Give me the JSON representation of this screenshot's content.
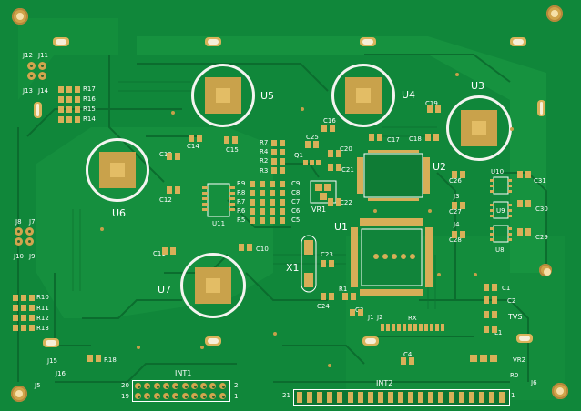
{
  "board": {
    "colors": {
      "soldermask": "#10873a",
      "copper_pour": "#1b9d43",
      "trace": "#0b6a2d",
      "pad": "#d8b058",
      "silkscreen": "#ffffff"
    },
    "chips": [
      {
        "label": "U5"
      },
      {
        "label": "U4"
      },
      {
        "label": "U3"
      },
      {
        "label": "U6"
      },
      {
        "label": "U7"
      }
    ],
    "designators": {
      "J12": "J12",
      "J11": "J11",
      "J13": "J13",
      "J14": "J14",
      "R17": "R17",
      "R16": "R16",
      "R15": "R15",
      "R14": "R14",
      "C14": "C14",
      "C15": "C15",
      "C16": "C16",
      "C17": "C17",
      "C18": "C18",
      "C19": "C19",
      "C13": "C13",
      "C12": "C12",
      "C11": "C11",
      "C10": "C10",
      "R7": "R7",
      "R4": "R4",
      "R2": "R2",
      "R3": "R3",
      "R9": "R9",
      "R8": "R8",
      "R6": "R6",
      "R5": "R5",
      "C9": "C9",
      "C8": "C8",
      "C7": "C7",
      "C6": "C6",
      "C5": "C5",
      "Q1": "Q1",
      "C25": "C25",
      "C20": "C20",
      "C21": "C21",
      "C22": "C22",
      "U2": "U2",
      "U1": "U1",
      "U11": "U11",
      "VR1": "VR1",
      "C26": "C26",
      "J3": "J3",
      "C27": "C27",
      "J4": "J4",
      "C28": "C28",
      "U10": "U10",
      "C31": "C31",
      "C30": "C30",
      "C29": "C29",
      "U9": "U9",
      "U8": "U8",
      "J8": "J8",
      "J7": "J7",
      "J10": "J10",
      "J9": "J9",
      "R10": "R10",
      "R11": "R11",
      "R12": "R12",
      "R13": "R13",
      "X1": "X1",
      "C23": "C23",
      "C24": "C24",
      "R1": "R1",
      "C3": "C3",
      "J1": "J1",
      "J2": "J2",
      "RX": "RX",
      "C1": "C1",
      "C2": "C2",
      "TVS": "TVS",
      "L1": "L1",
      "J15": "J15",
      "J16": "J16",
      "R18": "R18",
      "INT1": "INT1",
      "C4": "C4",
      "VR2": "VR2",
      "R0": "R0",
      "J5": "J5",
      "J6": "J6",
      "INT2": "INT2",
      "pin20": "20",
      "pin19": "19",
      "pin2": "2",
      "pin1a": "1",
      "pin21": "21",
      "pin1b": "1"
    }
  }
}
